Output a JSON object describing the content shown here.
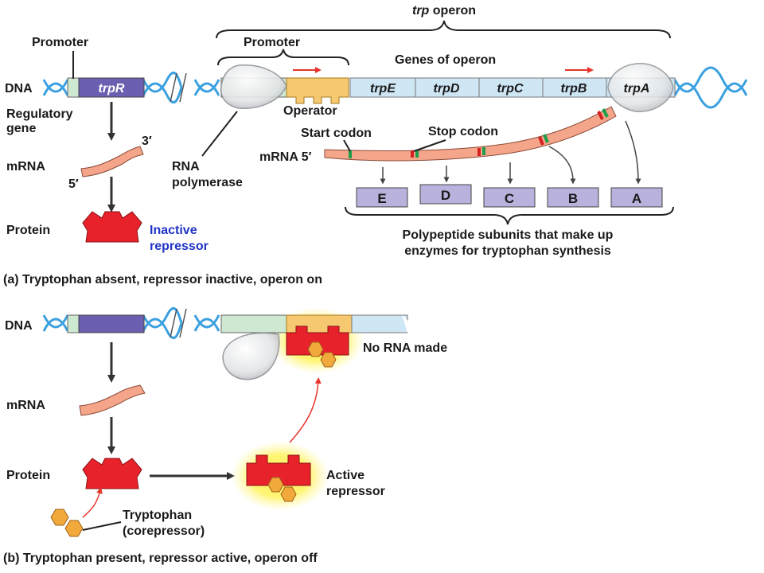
{
  "panel_a": {
    "dna": "DNA",
    "promoter_left": "Promoter",
    "trpR": "trpR",
    "regulatory_line1": "Regulatory",
    "regulatory_line2": "gene",
    "mrna": "mRNA",
    "three_prime": "3′",
    "five_prime": "5′",
    "protein": "Protein",
    "inactive_line1": "Inactive",
    "inactive_line2": "repressor",
    "trp_operon_italic": "trp",
    "trp_operon_rest": " operon",
    "promoter_operon": "Promoter",
    "genes_of_operon": "Genes of operon",
    "operator": "Operator",
    "genes": [
      "trpE",
      "trpD",
      "trpC",
      "trpB",
      "trpA"
    ],
    "start_codon": "Start codon",
    "stop_codon": "Stop codon",
    "mrna5": "mRNA 5′",
    "rna_line1": "RNA",
    "rna_line2": "polymerase",
    "subunits": [
      "E",
      "D",
      "C",
      "B",
      "A"
    ],
    "polypeptide_line1": "Polypeptide subunits that make up",
    "polypeptide_line2": "enzymes for tryptophan synthesis",
    "caption": "(a) Tryptophan absent, repressor inactive, operon on"
  },
  "panel_b": {
    "dna": "DNA",
    "mrna": "mRNA",
    "protein": "Protein",
    "no_rna": "No RNA made",
    "active_line1": "Active",
    "active_line2": "repressor",
    "trp_line1": "Tryptophan",
    "trp_line2": "(corepressor)",
    "caption": "(b) Tryptophan present, repressor active, operon off"
  },
  "colors": {
    "helix": "#3aa0e0",
    "promoter_green": "#cfe8d2",
    "trpR_purple": "#6a5fb0",
    "operator_yellow": "#f6c870",
    "genes_blue": "#cfe6f5",
    "mrna_salmon": "#f4a58a",
    "repressor_red": "#e8222b",
    "subunit_box": "#b8b2dc",
    "tryptophan_orange": "#f2a93b",
    "glow": "#fff15a",
    "arrow_red": "#e8332b"
  }
}
